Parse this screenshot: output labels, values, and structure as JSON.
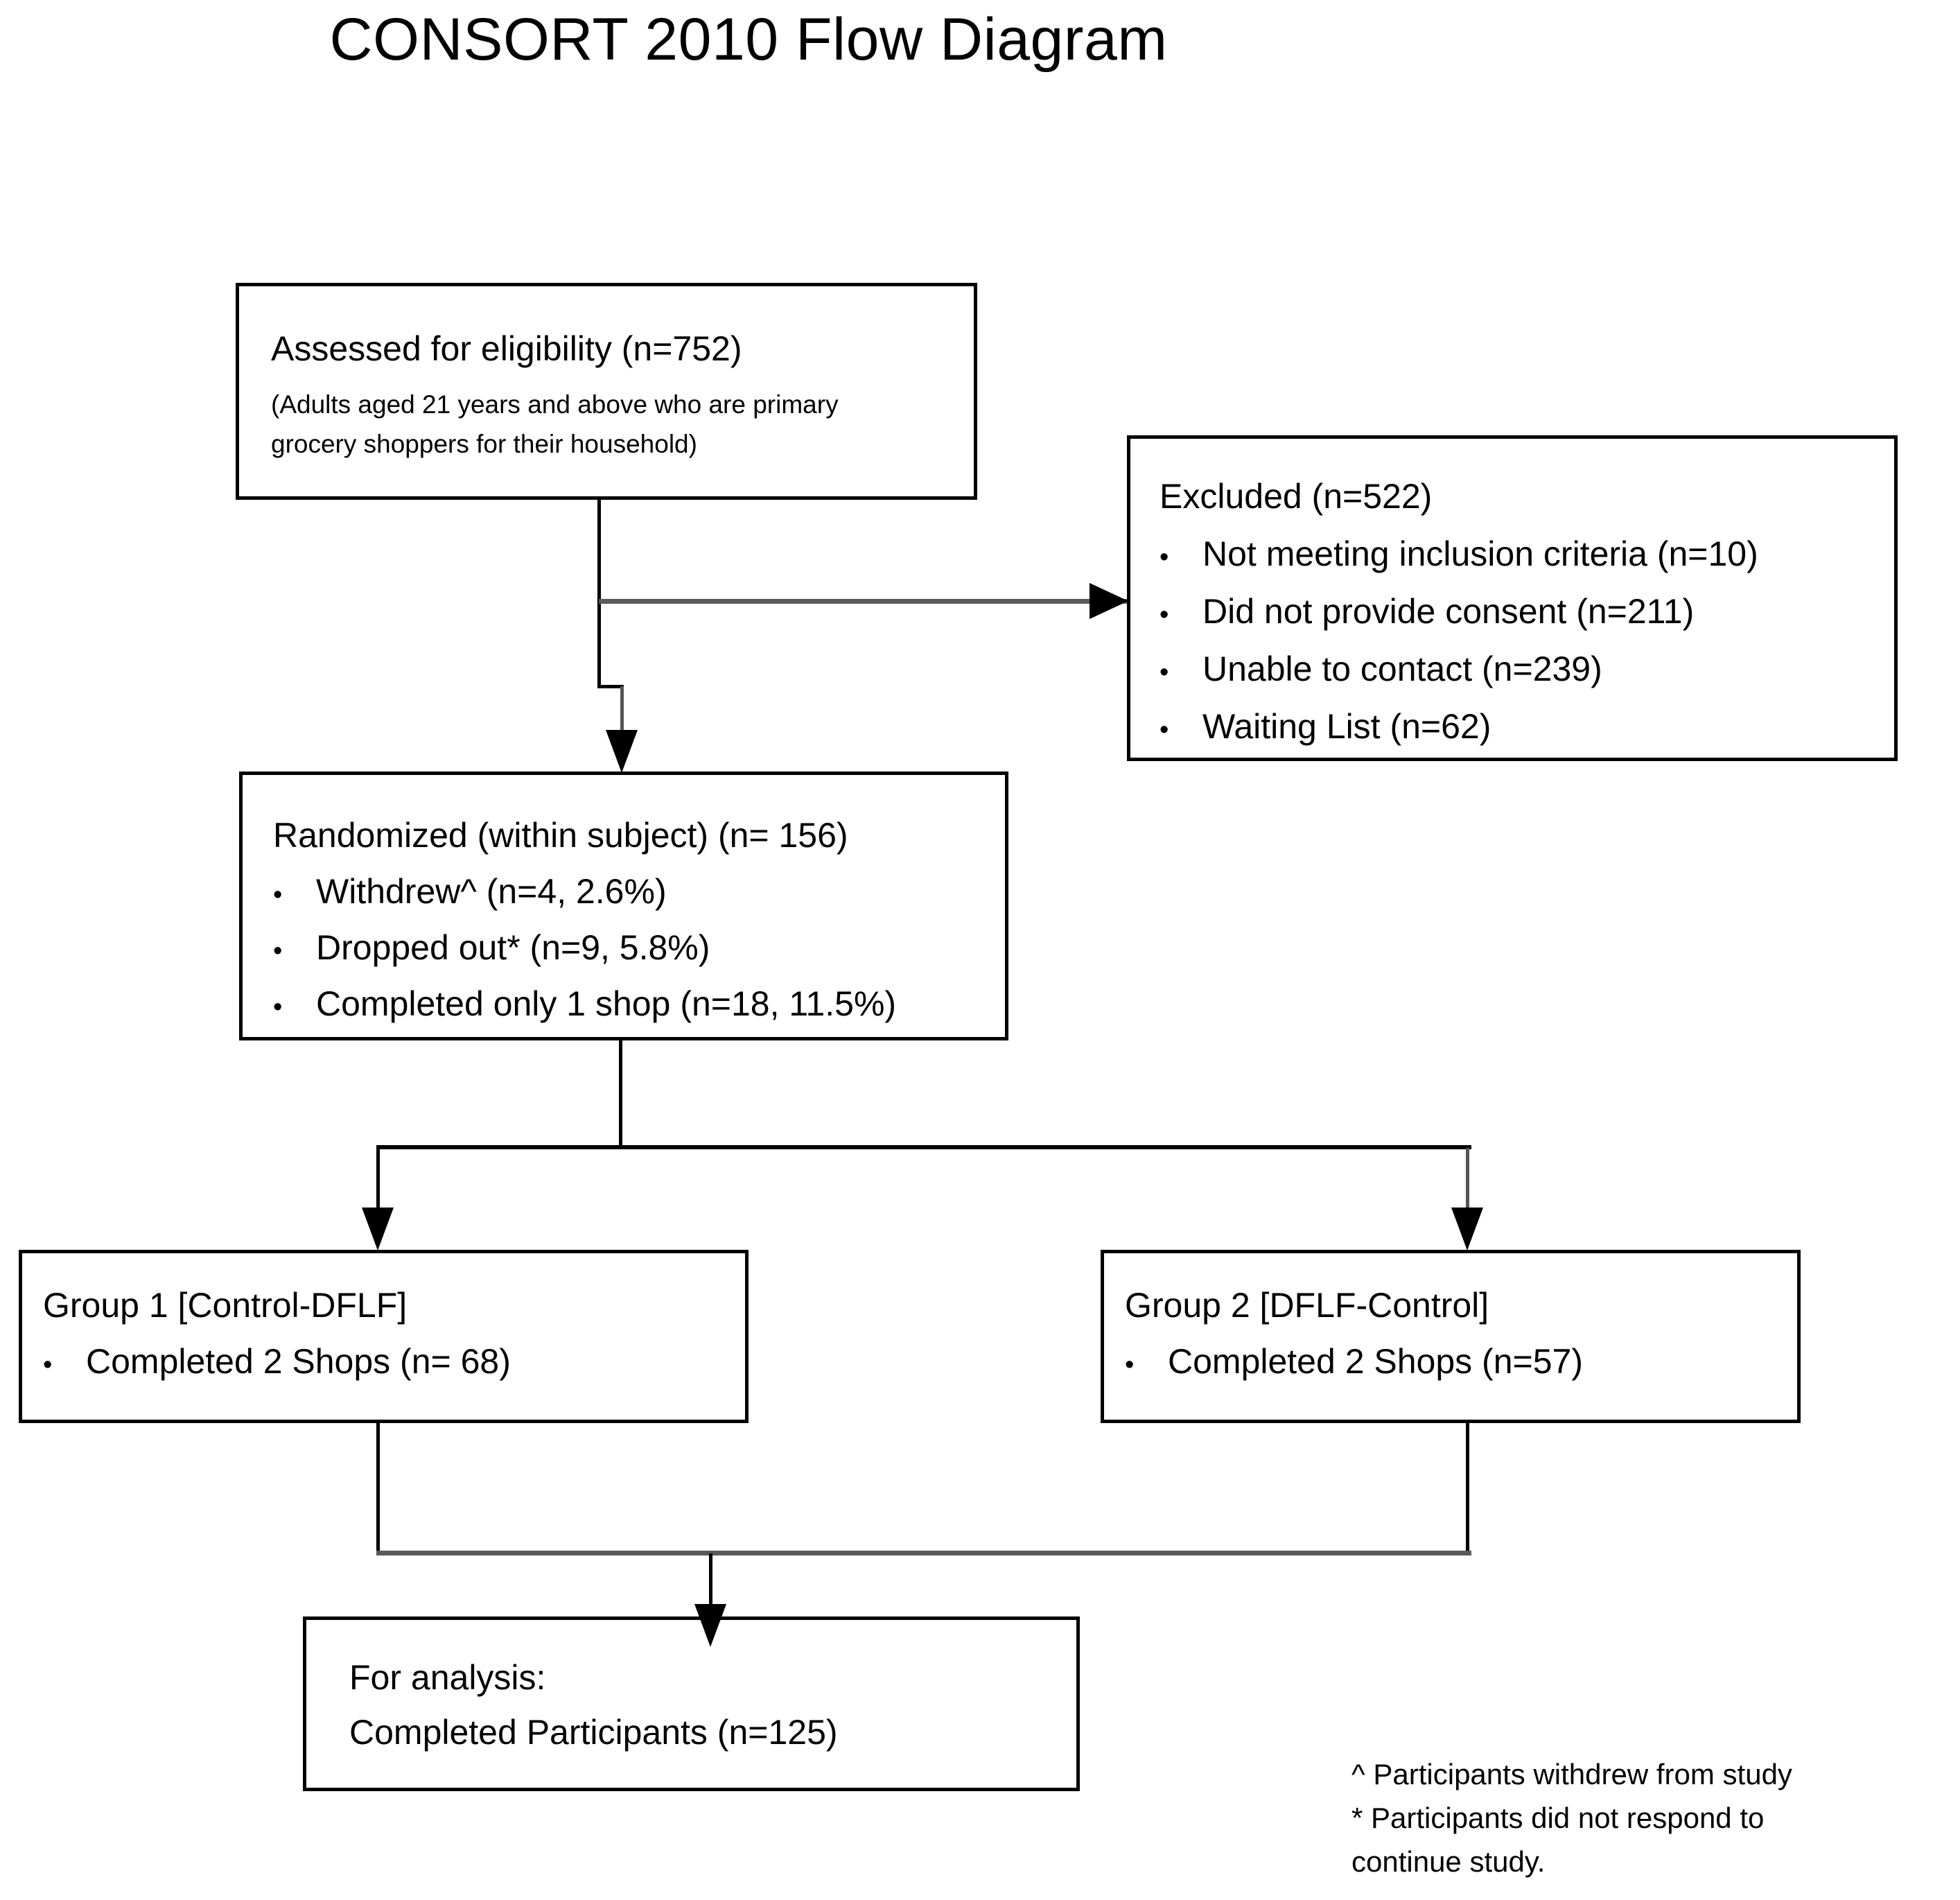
{
  "title": "CONSORT 2010 Flow Diagram",
  "nodes": {
    "eligibility": {
      "heading": "Assessed for eligibility (n=752)",
      "sub_line_1": "(Adults aged 21 years and above who are primary",
      "sub_line_2": "grocery shoppers for their household)"
    },
    "excluded": {
      "heading": "Excluded (n=522)",
      "bullets": [
        "Not meeting inclusion criteria (n=10)",
        "Did not provide consent (n=211)",
        "Unable to contact (n=239)",
        "Waiting List (n=62)"
      ]
    },
    "randomized": {
      "heading": "Randomized (within subject) (n= 156)",
      "bullets": [
        "Withdrew^ (n=4, 2.6%)",
        "Dropped out* (n=9, 5.8%)",
        "Completed only 1 shop (n=18, 11.5%)"
      ]
    },
    "group1": {
      "heading": "Group 1 [Control-DFLF]",
      "bullets": [
        "Completed 2 Shops (n= 68)"
      ]
    },
    "group2": {
      "heading": "Group 2 [DFLF-Control]",
      "bullets": [
        "Completed 2 Shops (n=57)"
      ]
    },
    "analysis": {
      "line_1": "For analysis:",
      "line_2": "Completed Participants (n=125)"
    }
  },
  "bullet_glyph": "•",
  "footnotes": {
    "line_1": "^ Participants withdrew from study",
    "line_2": "* Participants did not respond to",
    "line_3": "continue study."
  },
  "colors": {
    "box_border": "#000000",
    "connector": "#000000",
    "connector_grey": "#5a5a5a",
    "background": "#ffffff",
    "text": "#000000"
  }
}
